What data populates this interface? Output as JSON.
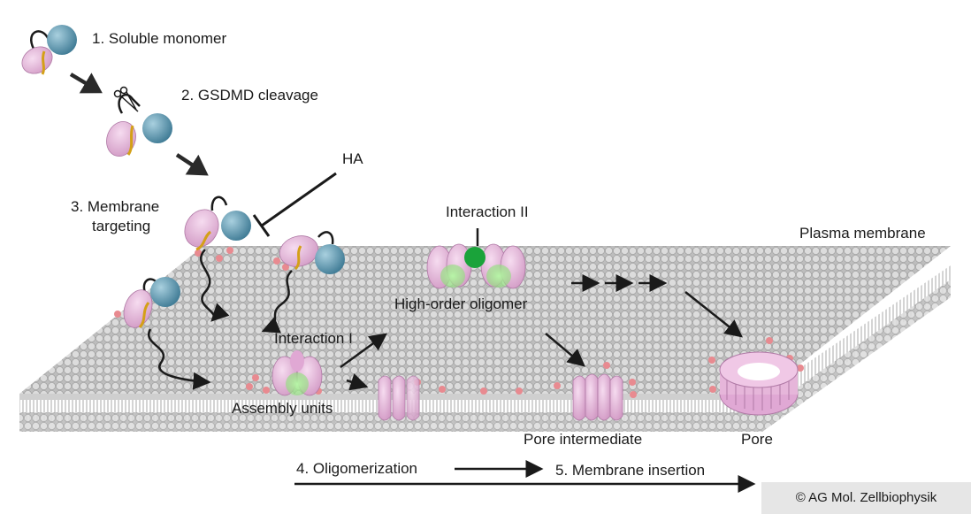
{
  "steps": {
    "s1": "1. Soluble monomer",
    "s2": "2. GSDMD cleavage",
    "s3_line1": "3. Membrane",
    "s3_line2": "targeting",
    "s4": "4. Oligomerization",
    "s5": "5. Membrane insertion"
  },
  "labels": {
    "ha": "HA",
    "plasma_membrane": "Plasma membrane",
    "interaction_ii": "Interaction II",
    "high_order_oligomer": "High-order oligomer",
    "interaction_i": "Interaction I",
    "assembly_units": "Assembly units",
    "pore_intermediate": "Pore intermediate",
    "pore": "Pore"
  },
  "copyright": "© AG Mol. Zellbiophysik",
  "colors": {
    "n_domain": "#e8b8de",
    "c_domain": "#5f9bb5",
    "linker": "#d4a017",
    "lipid_head": "#d8d8d8",
    "lipid_pink": "#e88a90",
    "interaction_i_green": "#8fe07a",
    "interaction_ii_green": "#1aa33a",
    "arrow": "#1a1a1a",
    "copyright_bg": "#e6e6e6"
  }
}
